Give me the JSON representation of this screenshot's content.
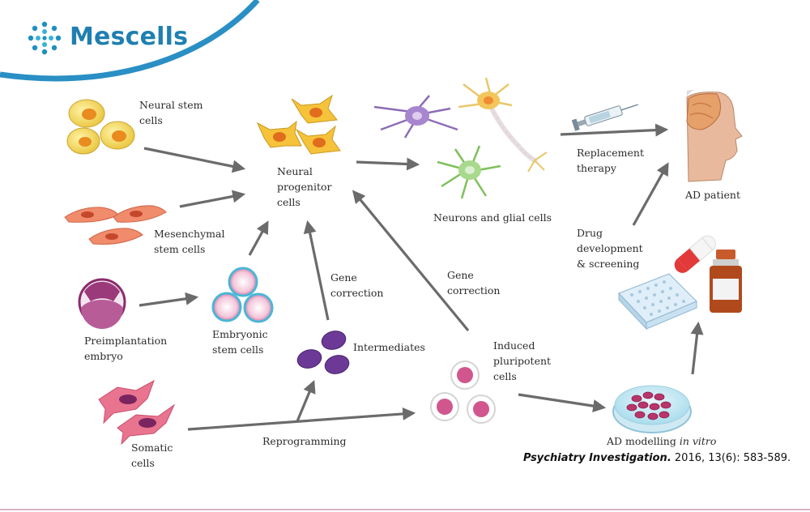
{
  "brand": {
    "name": "Mescells",
    "color": "#1f7fb0"
  },
  "colors": {
    "arrow": "#6b6b6b",
    "swoosh": "#2a8fc4"
  },
  "labels": {
    "neural_stem_cells": "Neural stem\ncells",
    "mesenchymal_stem_cells": "Mesenchymal\nstem cells",
    "preimplantation_embryo": "Preimplantation\nembryo",
    "embryonic_stem_cells": "Embryonic\nstem cells",
    "somatic_cells": "Somatic\ncells",
    "reprogramming": "Reprogramming",
    "intermediates": "Intermediates",
    "gene_correction_left": "Gene\ncorrection",
    "gene_correction_right": "Gene\ncorrection",
    "neural_progenitor_cells": "Neural\nprogenitor\ncells",
    "neurons_and_glial_cells": "Neurons and glial cells",
    "induced_pluripotent_cells": "Induced\npluripotent\ncells",
    "replacement_therapy": "Replacement\ntherapy",
    "ad_patient": "AD patient",
    "drug_development": "Drug\ndevelopment\n& screening",
    "ad_modelling_prefix": "AD modelling ",
    "ad_modelling_italic": "in vitro"
  },
  "citation": {
    "journal": "Psychiatry Investigation.",
    "details": " 2016, 13(6): 583-589."
  }
}
